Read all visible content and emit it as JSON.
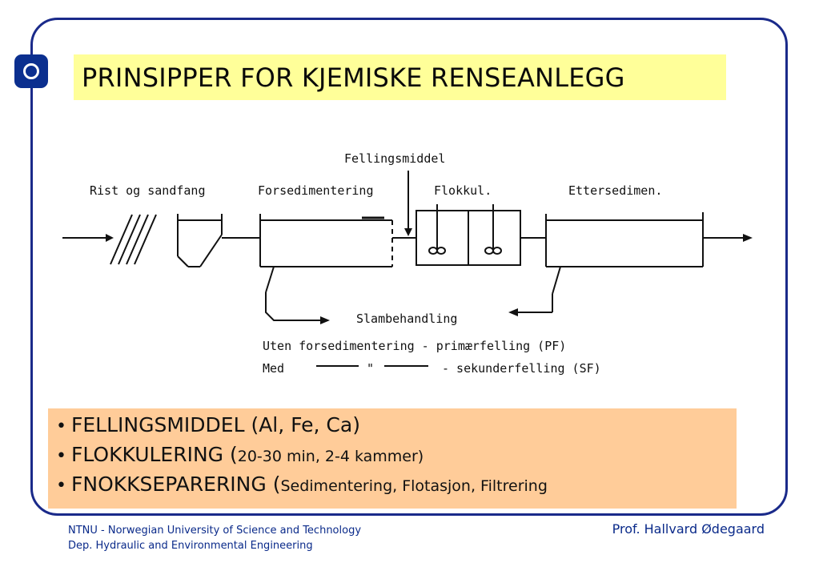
{
  "title": "PRINSIPPER FOR KJEMISKE RENSEANLEGG",
  "diagram": {
    "stages": {
      "rist": "Rist og sandfang",
      "forsed": "Forsedimentering",
      "flokkul": "Flokkul.",
      "ettersed": "Ettersedimen."
    },
    "chemical": "Fellingsmiddel",
    "sludge": "Slambehandling",
    "legend_line1": "Uten forsedimentering - primærfelling (PF)",
    "legend_line2_a": "Med",
    "legend_line2_mark": "\"",
    "legend_line2_b": "- sekunderfelling (SF)"
  },
  "bullets": [
    {
      "main": "FELLINGSMIDDEL (Al, Fe, Ca)",
      "detail": ""
    },
    {
      "main": "FLOKKULERING (",
      "detail": "20-30 min, 2-4 kammer)"
    },
    {
      "main": "FNOKKSEPARERING (",
      "detail": "Sedimentering, Flotasjon, Filtrering"
    }
  ],
  "footer": {
    "line1": "NTNU - Norwegian University of Science and Technology",
    "line2": "Dep. Hydraulic and Environmental Engineering",
    "author": "Prof. Hallvard Ødegaard"
  },
  "colors": {
    "frame": "#1a2a8a",
    "title_bg": "#ffff99",
    "bullets_bg": "#ffcc99",
    "footer_text": "#0a2a8a"
  }
}
